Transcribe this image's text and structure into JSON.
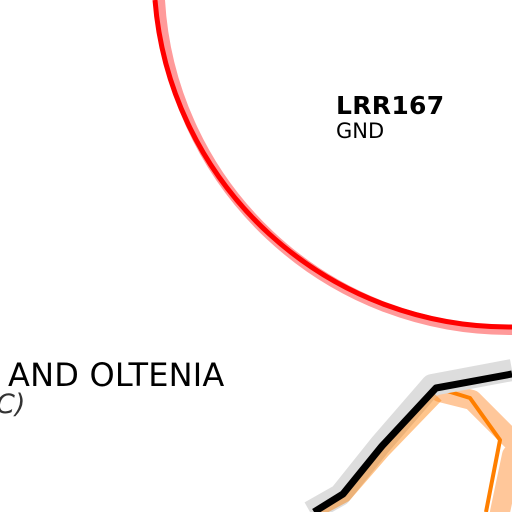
{
  "airspace": {
    "code": "LRR167",
    "class": "GND",
    "boundary_color": "#ff0000",
    "boundary_halo_color": "#ff9a9a"
  },
  "region": {
    "name": "AND OLTENIA",
    "subtitle": "C)"
  },
  "routes": {
    "black_line_color": "#000000",
    "black_halo_color": "#dddddd",
    "orange_line_color": "#ff7f00",
    "orange_halo_color": "#ffc79a"
  }
}
